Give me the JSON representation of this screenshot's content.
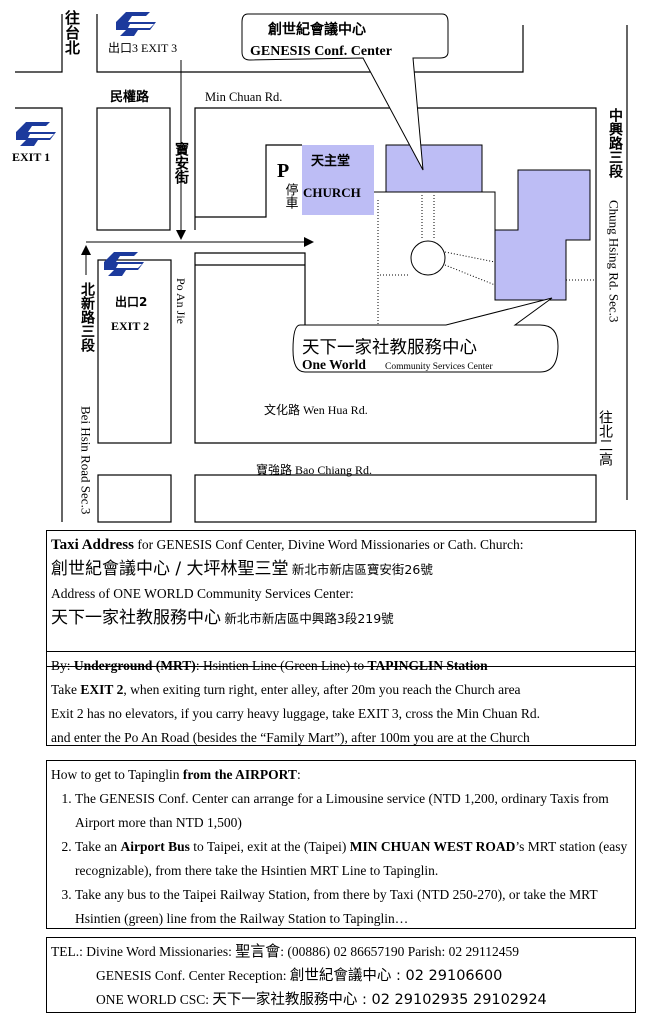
{
  "map": {
    "to_taipei": "往台北",
    "exit3": "出口3 EXIT 3",
    "exit1": "EXIT 1",
    "min_chuan_zh": "民權路",
    "min_chuan_en": "Min Chuan Rd.",
    "bao_an_zh": "寶安街",
    "parking_p": "P",
    "parking_zh": "停車",
    "church_zh": "天主堂",
    "church_en": "CHURCH",
    "genesis_zh": "創世紀會議中心",
    "genesis_en": "GENESIS Conf. Center",
    "chung_hsing_zh": "中興路三段",
    "chung_hsing_en": "Chung Hsing Rd. Sec.3",
    "bei_hsin_zh": "北新路三段",
    "bei_hsin_en": "Bei Hsin Road Sec.3",
    "exit2_zh": "出口2",
    "exit2_en": "EXIT 2",
    "po_an_en": "Po An Jie",
    "one_world_zh": "天下一家社教服務中心",
    "one_world_en_a": "One World",
    "one_world_en_b": "Community Services Center",
    "wen_hua": "文化路  Wen Hua Rd.",
    "bao_chiang": "寶強路  Bao Chiang Rd.",
    "to_bei_er_gao": "往北二高",
    "colors": {
      "building": "#bdbdf5",
      "mrt_logo": "#1c3a9c"
    }
  },
  "taxi": {
    "title": "Taxi Address",
    "title_rest": " for GENESIS Conf Center, Divine Word Missionaries or Cath. Church:",
    "line2_big": "創世紀會議中心  /  大坪林聖三堂",
    "line2_addr": "新北市新店區寶安街26號",
    "line3": "Address of ONE WORLD Community Services Center:",
    "line4_big": "天下一家社教服務中心",
    "line4_addr": "新北市新店區中興路3段219號"
  },
  "mrt": {
    "by": "By: ",
    "underground": "Underground (MRT)",
    "line_rest": ": Hsintien Line (Green Line) to ",
    "station": "TAPINGLIN Station",
    "take": "Take ",
    "exit2": "EXIT 2",
    "take_rest": ", when exiting turn right, enter alley, after 20m you reach the Church area",
    "line3": "Exit 2 has no elevators, if you carry heavy luggage, take EXIT 3, cross the Min Chuan Rd.",
    "line4": "and enter the Po An Road (besides the “Family Mart”), after 100m you are at the Church"
  },
  "airport": {
    "intro": "How to get to Tapinglin ",
    "intro_bold": "from the AIRPORT",
    "intro_end": ":",
    "item1": "The GENESIS Conf. Center can arrange for a Limousine service (NTD 1,200, ordinary Taxis from Airport more than NTD 1,500)",
    "item2_a": "Take an ",
    "item2_bold1": "Airport Bus",
    "item2_b": " to Taipei, exit at the (Taipei) ",
    "item2_bold2": "MIN CHUAN WEST ROAD",
    "item2_c": "’s MRT station (easy recognizable), from there take the Hsintien MRT Line to Tapinglin.",
    "item3": "Take any bus to the Taipei Railway Station, from there by Taxi (NTD 250-270), or take the MRT Hsintien (green) line from the Railway Station to Tapinglin…"
  },
  "tel": {
    "label": "TEL.: Divine Word Missionaries:  ",
    "svd_zh": "聖言會",
    "svd_num": ": (00886) 02 86657190 Parish: 02 29112459",
    "genesis_label": "GENESIS Conf. Center Reception:   ",
    "genesis_zh": "創世紀會議中心 : 02 29106600",
    "ow_label": "ONE WORLD CSC:  ",
    "ow_zh": "天下一家社教服務中心 : 02 29102935  29102924"
  }
}
